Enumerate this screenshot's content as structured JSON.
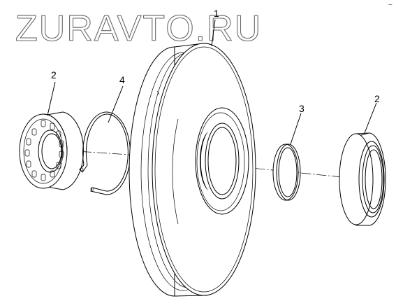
{
  "watermark": "ZURAVTO.RU",
  "corner_mark": "~",
  "callouts": {
    "pulley": "1",
    "bearing_left": "2",
    "bearing_right": "2",
    "spacer_ring": "3",
    "retaining_ring": "4"
  }
}
